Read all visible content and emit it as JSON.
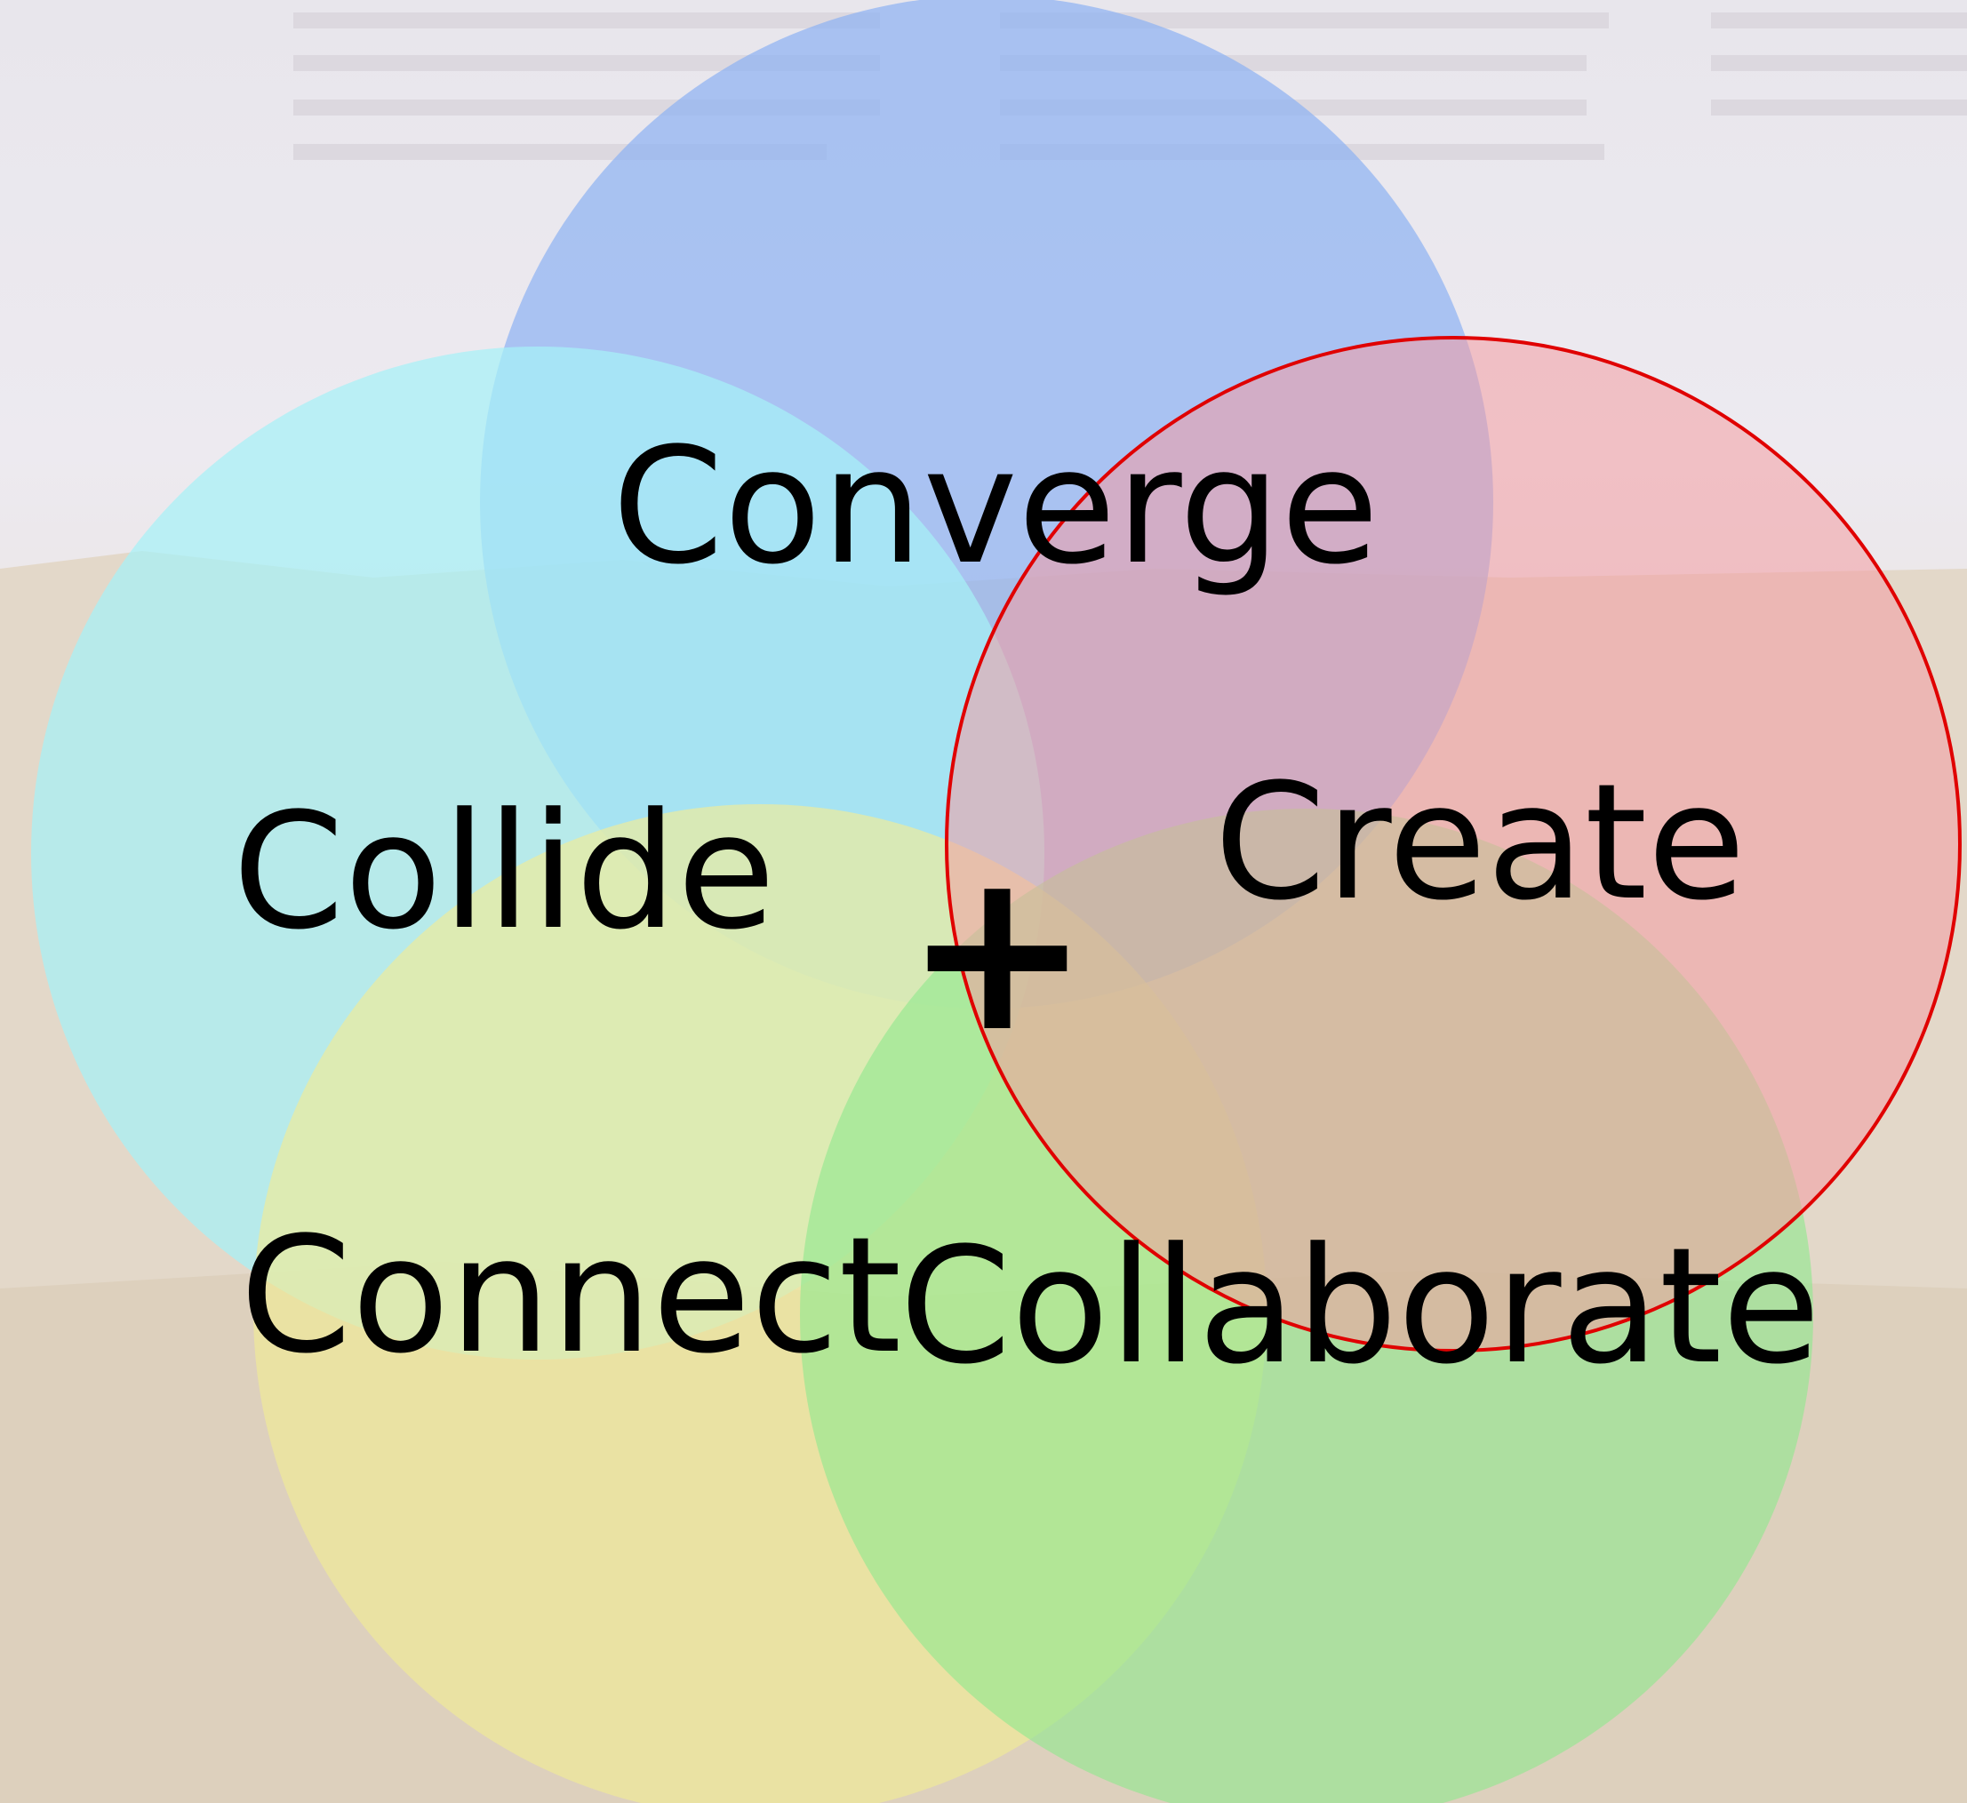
{
  "diagram": {
    "colors": {
      "converge": "#8fb3f3",
      "create": "#f49ca3",
      "create_outline": "#e00000",
      "collide": "#a6f1f6",
      "connect": "#f2ec96",
      "collaborate": "#8fe98e",
      "text": "#000000"
    },
    "labels": {
      "converge": "Converge",
      "create": "Create",
      "collide": "Collide",
      "connect": "Connect",
      "collaborate": "Collaborate",
      "center": "+"
    }
  }
}
